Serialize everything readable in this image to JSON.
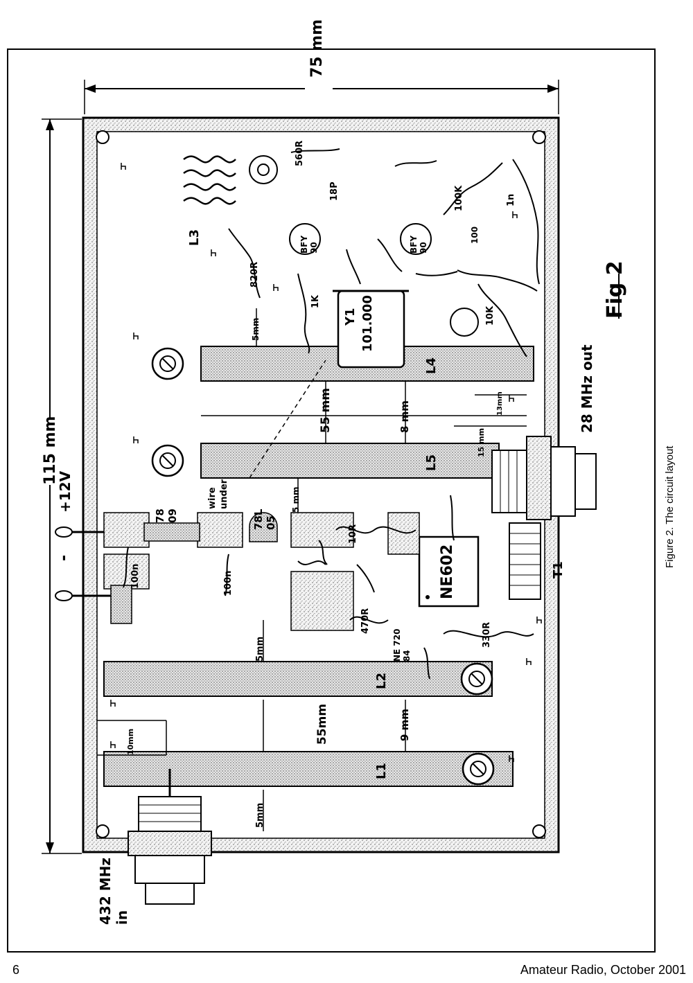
{
  "figure": {
    "fig_label": "Fig 2",
    "caption": "Figure 2. The circuit layout",
    "dimensions": {
      "width_label": "75 mm",
      "height_label": "115 mm",
      "gap_l1_l2": "55mm",
      "gap_l4_l5": "55 mm",
      "spacing_l1_l2": "9 mm",
      "spacing_l4_l5": "8 mm",
      "edge_gap_left": "5mm",
      "edge_gap_mid": "5mm",
      "edge_gap_top": "5mm",
      "edge_gap_l5": "5 mm",
      "tap_10mm": "10mm",
      "tap_15mm": "15 mm",
      "tap_13mm": "13mm"
    },
    "labels": {
      "input": "432 MHz in",
      "output": "28 MHz out",
      "power_pos": "+12V",
      "power_neg": "-",
      "ic": "NE602",
      "crystal_name": "Y1",
      "crystal_freq": "101.000",
      "reg1_a": "78",
      "reg1_b": "09",
      "reg2_a": "78L",
      "reg2_b": "05",
      "wire_under": "wire under",
      "transistor1": "BFY 90",
      "transistor2": "BFY 90",
      "fet": "NE 720 84",
      "l1": "L1",
      "l2": "L2",
      "l3": "L3",
      "l4": "L4",
      "l5": "L5",
      "t1": "T1",
      "r_10r": "10R",
      "r_100k": "100K",
      "r_560r": "560R",
      "r_820r": "820R",
      "r_330r": "330R",
      "r_470r": "470R",
      "r_1k": "1K",
      "r_10k": "10K",
      "c_100n": "100n",
      "c_1n": "1n",
      "c_18p": "18P",
      "c_100": "100"
    }
  },
  "footer": {
    "page_number": "6",
    "publication": "Amateur Radio, October 2001"
  }
}
